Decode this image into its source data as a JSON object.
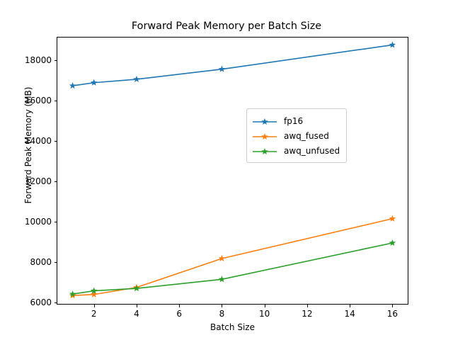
{
  "chart_data": {
    "type": "line",
    "title": "Forward Peak Memory per Batch Size",
    "xlabel": "Batch Size",
    "ylabel": "Forward Peak Memory (MB)",
    "x": [
      1,
      2,
      4,
      8,
      16
    ],
    "xlim": [
      0.25,
      16.75
    ],
    "ylim": [
      5900,
      19150
    ],
    "xticks": [
      2,
      4,
      6,
      8,
      10,
      12,
      14,
      16
    ],
    "yticks": [
      6000,
      8000,
      10000,
      12000,
      14000,
      16000,
      18000
    ],
    "grid": false,
    "legend_position": "center right",
    "marker": "star",
    "series": [
      {
        "name": "fp16",
        "color": "#1f77b4",
        "values": [
          16730,
          16880,
          17050,
          17550,
          18750
        ]
      },
      {
        "name": "awq_fused",
        "color": "#ff7f0e",
        "values": [
          6350,
          6400,
          6750,
          8180,
          10150
        ]
      },
      {
        "name": "awq_unfused",
        "color": "#2ca02c",
        "values": [
          6420,
          6580,
          6700,
          7150,
          8950
        ]
      }
    ]
  }
}
